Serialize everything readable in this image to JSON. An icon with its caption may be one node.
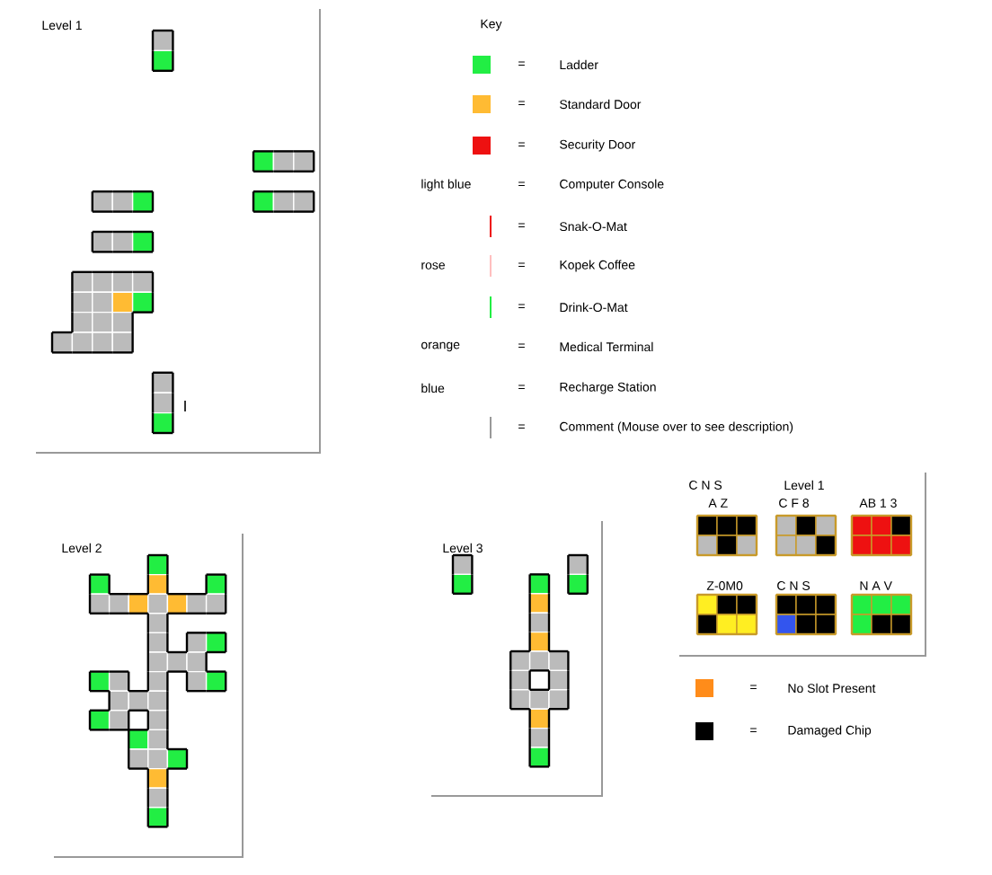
{
  "diagram": {
    "labels": [
      "Level 1",
      "Key",
      "=",
      "=",
      "=",
      "light blue",
      "=",
      "=",
      "rose",
      "=",
      "=",
      "orange",
      "=",
      "blue",
      "=",
      "=",
      "Level 2",
      "Level 3",
      "C N S",
      "Level 1",
      "A Z",
      "C F 8",
      "AB 1 3",
      "Z-0M0",
      "C N S",
      "N A V",
      "=",
      "="
    ],
    "legend": [
      {
        "text": "Ladder",
        "color": "#22ee44"
      },
      {
        "text": "Standard Door",
        "color": "#ffbb33"
      },
      {
        "text": "Security Door",
        "color": "#ee1111"
      },
      {
        "text": "Computer Console"
      },
      {
        "text": "Snak-O-Mat"
      },
      {
        "text": "Kopek Coffee"
      },
      {
        "text": "Drink-O-Mat"
      },
      {
        "text": "Medical Terminal"
      },
      {
        "text": "Recharge Station"
      },
      {
        "text": "Comment (Mouse over to see description)"
      },
      {
        "text": "No Slot Present",
        "color": "#ff8c1a"
      },
      {
        "text": "Damaged Chip",
        "color": "#000000"
      }
    ]
  }
}
